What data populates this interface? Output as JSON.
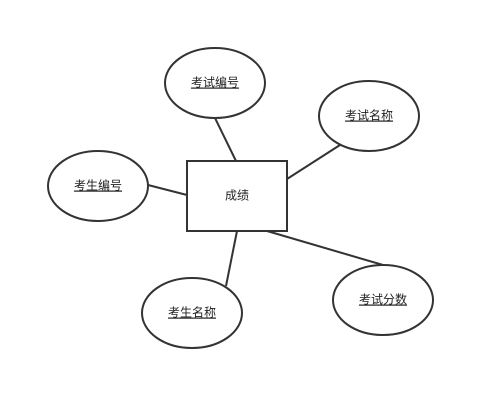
{
  "diagram": {
    "entity": {
      "label": "成绩"
    },
    "attributes": [
      {
        "id": "exam-id",
        "label": "考试编号",
        "key": true
      },
      {
        "id": "exam-name",
        "label": "考试名称",
        "key": true
      },
      {
        "id": "student-id",
        "label": "考生编号",
        "key": true
      },
      {
        "id": "student-name",
        "label": "考生名称",
        "key": true
      },
      {
        "id": "exam-score",
        "label": "考试分数",
        "key": true
      }
    ],
    "colors": {
      "stroke": "#333333",
      "fill": "#ffffff",
      "text": "#222222"
    }
  }
}
